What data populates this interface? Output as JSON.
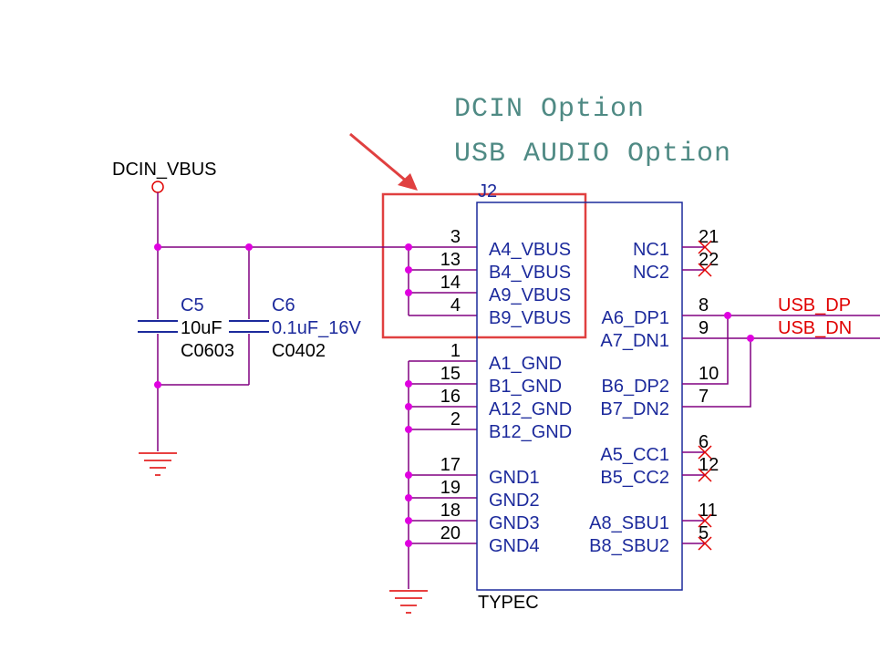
{
  "colors": {
    "wire": "#800080",
    "pin": "#1c2a9c",
    "label_blue": "#1c2a9c",
    "net_red": "#e00000",
    "note_green": "#4f8a84",
    "gnd": "#e00000",
    "box": "#e04040",
    "text": "#000000",
    "noconnect": "#e00000"
  },
  "notes": {
    "line1": "DCIN  Option",
    "line2": "USB  AUDIO  Option"
  },
  "power": {
    "label": "DCIN_VBUS"
  },
  "capacitors": {
    "c5": {
      "ref": "C5",
      "value": "10uF",
      "pkg": "C0603"
    },
    "c6": {
      "ref": "C6",
      "value": "0.1uF_16V",
      "pkg": "C0402"
    }
  },
  "connector": {
    "ref": "J2",
    "part": "TYPEC",
    "left_pins": [
      {
        "num": "3",
        "name": "A4_VBUS"
      },
      {
        "num": "13",
        "name": "B4_VBUS"
      },
      {
        "num": "14",
        "name": "A9_VBUS"
      },
      {
        "num": "4",
        "name": "B9_VBUS"
      },
      {
        "num": "1",
        "name": "A1_GND"
      },
      {
        "num": "15",
        "name": "B1_GND"
      },
      {
        "num": "16",
        "name": "A12_GND"
      },
      {
        "num": "2",
        "name": "B12_GND"
      },
      {
        "num": "17",
        "name": "GND1"
      },
      {
        "num": "19",
        "name": "GND2"
      },
      {
        "num": "18",
        "name": "GND3"
      },
      {
        "num": "20",
        "name": "GND4"
      }
    ],
    "right_pins": [
      {
        "num": "21",
        "name": "NC1"
      },
      {
        "num": "22",
        "name": "NC2"
      },
      {
        "num": "8",
        "name": "A6_DP1"
      },
      {
        "num": "9",
        "name": "A7_DN1"
      },
      {
        "num": "10",
        "name": "B6_DP2"
      },
      {
        "num": "7",
        "name": "B7_DN2"
      },
      {
        "num": "6",
        "name": "A5_CC1"
      },
      {
        "num": "12",
        "name": "B5_CC2"
      },
      {
        "num": "11",
        "name": "A8_SBU1"
      },
      {
        "num": "5",
        "name": "B8_SBU2"
      }
    ]
  },
  "nets": {
    "usb_dp": "USB_DP",
    "usb_dn": "USB_DN"
  }
}
